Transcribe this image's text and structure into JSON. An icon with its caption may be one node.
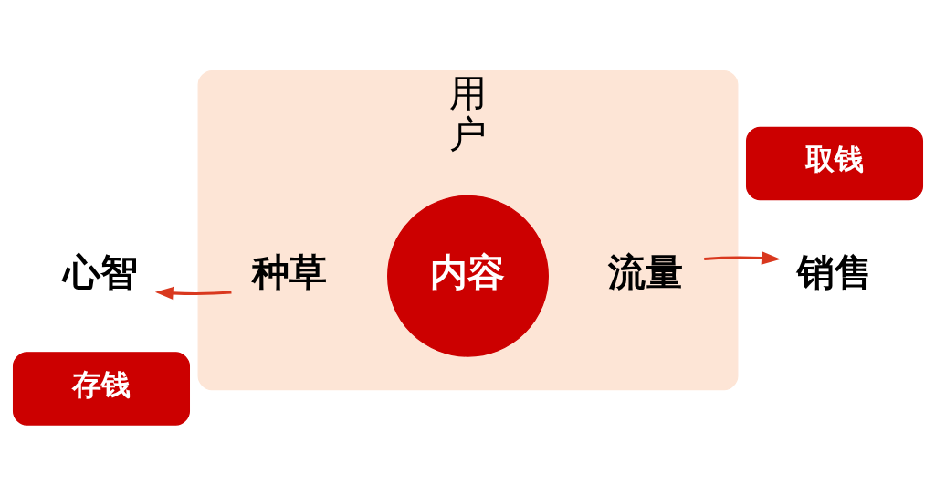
{
  "diagram": {
    "nodes": [
      {
        "text": [
          "取钱"
        ]
      },
      {
        "text": [
          "心智"
        ]
      },
      {
        "text": [
          "用",
          "户"
        ]
      },
      {
        "text": [
          "种草"
        ],
        "in": 2
      },
      {
        "text": [
          "内容"
        ],
        "in": 2
      },
      {
        "text": [
          "流量"
        ],
        "in": 2
      },
      {
        "text": [
          "销售"
        ]
      },
      {
        "text": [
          "存钱"
        ]
      }
    ],
    "edges": [
      {
        "from": 5,
        "to": 6,
        "arrow": "to"
      },
      {
        "from": 3,
        "to": 1,
        "arrow": "to"
      }
    ]
  }
}
